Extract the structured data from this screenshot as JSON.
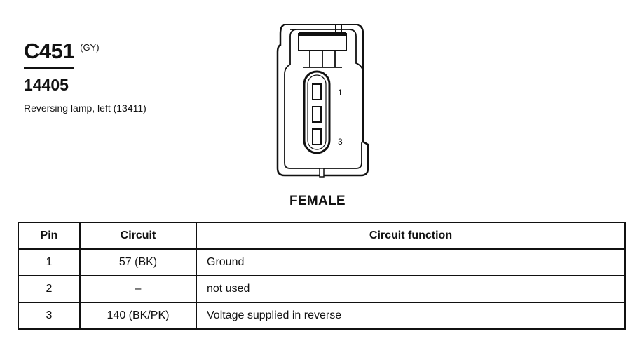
{
  "connector": {
    "id": "C451",
    "color_code": "(GY)",
    "part_number": "14405",
    "description": "Reversing lamp, left (13411)",
    "gender_label": "FEMALE",
    "pin_labels": {
      "top": "1",
      "bottom": "3"
    }
  },
  "table": {
    "headers": {
      "pin": "Pin",
      "circuit": "Circuit",
      "function": "Circuit function"
    },
    "rows": [
      {
        "pin": "1",
        "circuit": "57 (BK)",
        "function": "Ground"
      },
      {
        "pin": "2",
        "circuit": "–",
        "function": "not used"
      },
      {
        "pin": "3",
        "circuit": "140 (BK/PK)",
        "function": "Voltage supplied in reverse"
      }
    ]
  }
}
